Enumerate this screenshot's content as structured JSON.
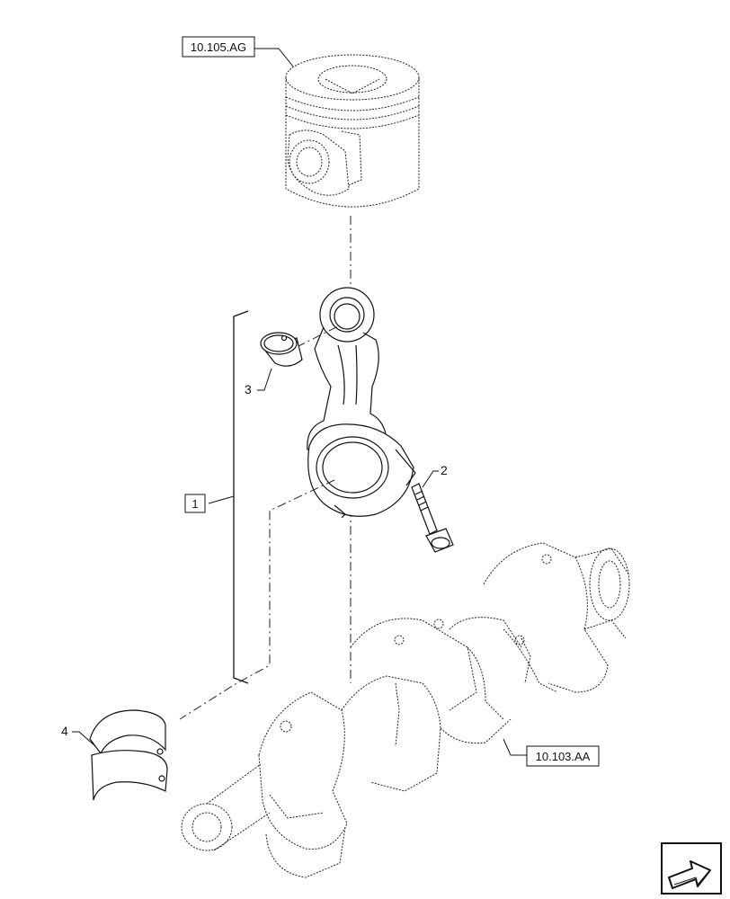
{
  "references": {
    "piston": "10.105.AG",
    "crankshaft": "10.103.AA",
    "assembly": "1"
  },
  "callouts": {
    "bolt": "2",
    "bushing": "3",
    "bearing": "4"
  },
  "icons": {
    "nav": "next-page-arrow-icon"
  }
}
